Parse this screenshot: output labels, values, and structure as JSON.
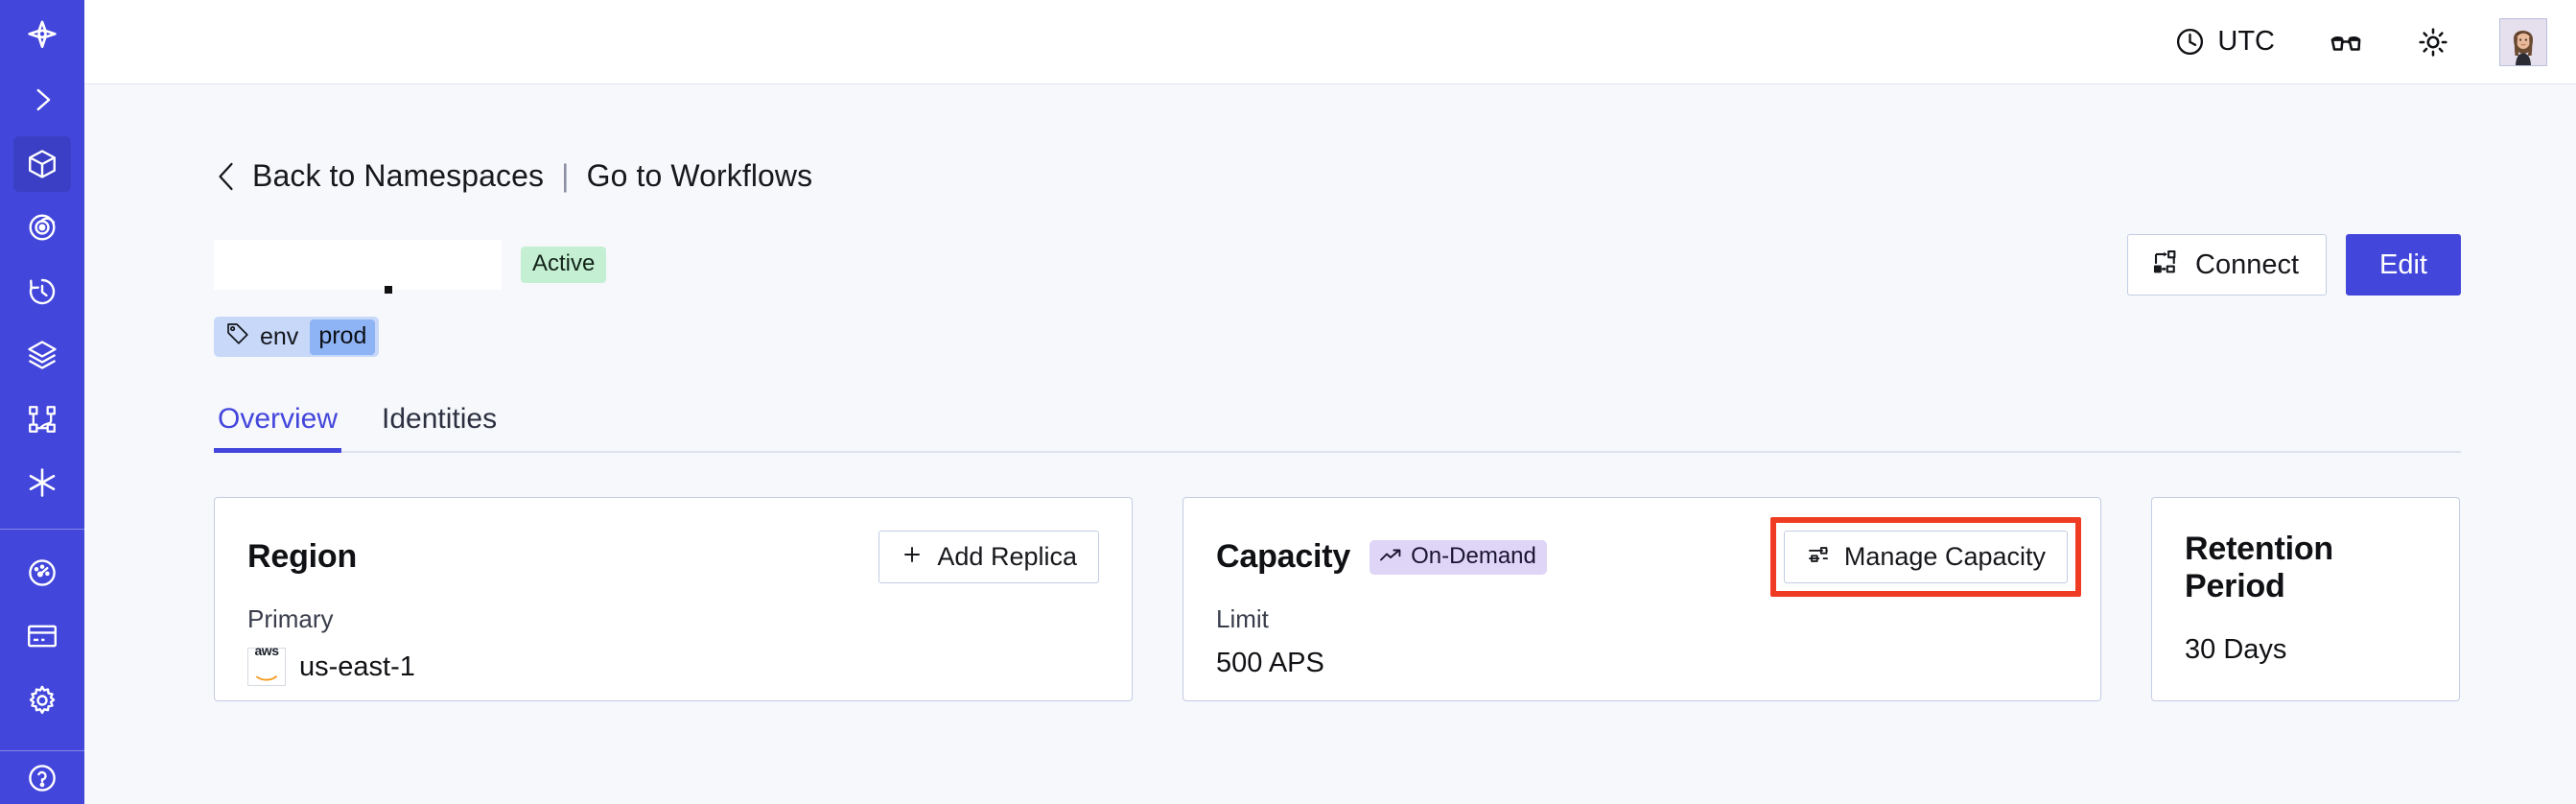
{
  "sidebar": {
    "items": [
      {
        "name": "logo-icon",
        "label": "Temporal"
      },
      {
        "name": "expand-chevron-icon",
        "label": "Expand"
      },
      {
        "name": "namespaces-cube-icon",
        "label": "Namespaces",
        "active": true
      },
      {
        "name": "observability-eye-icon",
        "label": "Observability"
      },
      {
        "name": "history-clock-icon",
        "label": "History"
      },
      {
        "name": "layers-icon",
        "label": "Layers"
      },
      {
        "name": "workflow-branch-icon",
        "label": "Workflows"
      },
      {
        "name": "asterisk-icon",
        "label": "Nexus"
      },
      {
        "name": "usage-gauge-icon",
        "label": "Usage"
      },
      {
        "name": "billing-card-icon",
        "label": "Billing"
      },
      {
        "name": "settings-gear-icon",
        "label": "Settings"
      }
    ]
  },
  "topbar": {
    "timezone": "UTC",
    "clock_icon": "clock-icon",
    "glasses_icon": "glasses-icon",
    "theme_icon": "sun-icon",
    "avatar_label": "User avatar"
  },
  "breadcrumb": {
    "back_label": "Back to Namespaces",
    "separator": "|",
    "forward_label": "Go to Workflows",
    "back_chevron_icon": "chevron-left-icon"
  },
  "namespace": {
    "name": "",
    "status_badge": "Active",
    "tag": {
      "icon": "tag-icon",
      "key": "env",
      "value": "prod"
    }
  },
  "header_actions": {
    "connect_label": "Connect",
    "connect_icon": "connection-icon",
    "edit_label": "Edit"
  },
  "tabs": [
    {
      "label": "Overview",
      "active": true
    },
    {
      "label": "Identities",
      "active": false
    }
  ],
  "cards": {
    "region": {
      "title": "Region",
      "action_label": "Add Replica",
      "action_icon": "plus-icon",
      "label": "Primary",
      "provider_icon": "aws-logo",
      "provider_text": "aws",
      "value": "us-east-1"
    },
    "capacity": {
      "title": "Capacity",
      "badge_label": "On-Demand",
      "badge_icon": "trending-up-icon",
      "action_label": "Manage Capacity",
      "action_icon": "sliders-icon",
      "label": "Limit",
      "value": "500 APS",
      "highlight_color": "#EE3B21"
    },
    "retention": {
      "title": "Retention Period",
      "value": "30 Days"
    }
  },
  "colors": {
    "brand": "#4346DB",
    "sidebar_active": "#3B3FC6",
    "page_bg": "#F7F8FC",
    "card_border": "#C3CCE2",
    "status_active_bg": "#C4EFD2",
    "tag_bg": "#C7D8F9",
    "tag_value_bg": "#8FB4F5",
    "badge_ondemand_bg": "#DFD5F7",
    "annotation": "#EE3B21"
  }
}
